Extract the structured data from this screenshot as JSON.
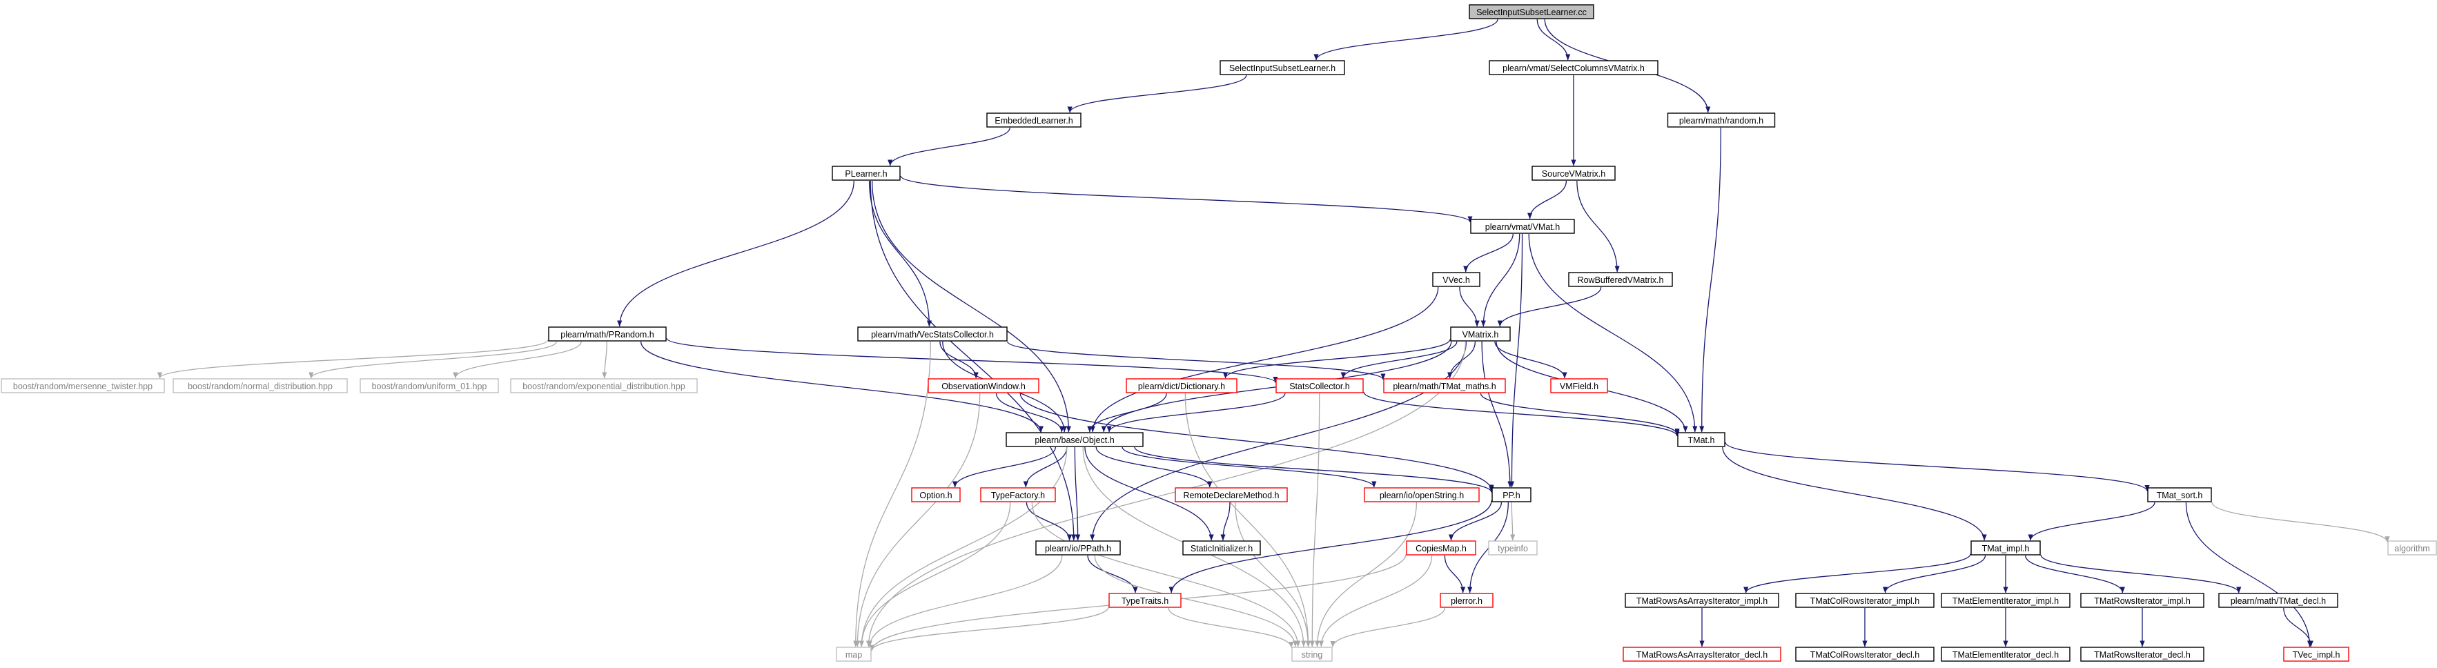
{
  "colors": {
    "edge": "#191970",
    "edge_light": "#a9a9a9",
    "node_border": "#000000",
    "node_fill": "#ffffff",
    "root_fill": "#bfbfbf",
    "missing_border": "#ff0000",
    "ghost_border": "#bfbfbf",
    "ghost_text": "#7f7f7f"
  },
  "nodes": [
    {
      "id": "root",
      "label": "SelectInputSubsetLearner.cc",
      "kind": "root"
    },
    {
      "id": "silh",
      "label": "SelectInputSubsetLearner.h",
      "kind": "normal"
    },
    {
      "id": "scvm",
      "label": "plearn/vmat/SelectColumnsVMatrix.h",
      "kind": "normal"
    },
    {
      "id": "rand",
      "label": "plearn/math/random.h",
      "kind": "normal"
    },
    {
      "id": "emb",
      "label": "EmbeddedLearner.h",
      "kind": "normal"
    },
    {
      "id": "plrn",
      "label": "PLearner.h",
      "kind": "normal"
    },
    {
      "id": "svm",
      "label": "SourceVMatrix.h",
      "kind": "normal"
    },
    {
      "id": "vmat",
      "label": "plearn/vmat/VMat.h",
      "kind": "normal"
    },
    {
      "id": "vvec",
      "label": "VVec.h",
      "kind": "normal"
    },
    {
      "id": "rbvm",
      "label": "RowBufferedVMatrix.h",
      "kind": "normal"
    },
    {
      "id": "prand",
      "label": "plearn/math/PRandom.h",
      "kind": "normal"
    },
    {
      "id": "vsc",
      "label": "plearn/math/VecStatsCollector.h",
      "kind": "normal"
    },
    {
      "id": "vmx",
      "label": "VMatrix.h",
      "kind": "normal"
    },
    {
      "id": "mt",
      "label": "boost/random/mersenne_twister.hpp",
      "kind": "ghost"
    },
    {
      "id": "nd",
      "label": "boost/random/normal_distribution.hpp",
      "kind": "ghost"
    },
    {
      "id": "u01",
      "label": "boost/random/uniform_01.hpp",
      "kind": "ghost"
    },
    {
      "id": "ed",
      "label": "boost/random/exponential_distribution.hpp",
      "kind": "ghost"
    },
    {
      "id": "ow",
      "label": "ObservationWindow.h",
      "kind": "missing"
    },
    {
      "id": "dict",
      "label": "plearn/dict/Dictionary.h",
      "kind": "missing"
    },
    {
      "id": "sc",
      "label": "StatsCollector.h",
      "kind": "missing"
    },
    {
      "id": "tmm",
      "label": "plearn/math/TMat_maths.h",
      "kind": "missing"
    },
    {
      "id": "vmf",
      "label": "VMField.h",
      "kind": "missing"
    },
    {
      "id": "tmat",
      "label": "TMat.h",
      "kind": "normal"
    },
    {
      "id": "obj",
      "label": "plearn/base/Object.h",
      "kind": "normal"
    },
    {
      "id": "opt",
      "label": "Option.h",
      "kind": "missing"
    },
    {
      "id": "tf",
      "label": "TypeFactory.h",
      "kind": "missing"
    },
    {
      "id": "rdm",
      "label": "RemoteDeclareMethod.h",
      "kind": "missing"
    },
    {
      "id": "ostr",
      "label": "plearn/io/openString.h",
      "kind": "missing"
    },
    {
      "id": "pp",
      "label": "PP.h",
      "kind": "normal"
    },
    {
      "id": "tsort",
      "label": "TMat_sort.h",
      "kind": "normal"
    },
    {
      "id": "ppath",
      "label": "plearn/io/PPath.h",
      "kind": "normal"
    },
    {
      "id": "sinit",
      "label": "StaticInitializer.h",
      "kind": "normal"
    },
    {
      "id": "cmap",
      "label": "CopiesMap.h",
      "kind": "missing"
    },
    {
      "id": "tinfo",
      "label": "typeinfo",
      "kind": "ghost"
    },
    {
      "id": "timpl",
      "label": "TMat_impl.h",
      "kind": "normal"
    },
    {
      "id": "algo",
      "label": "algorithm",
      "kind": "ghost"
    },
    {
      "id": "ttr",
      "label": "TypeTraits.h",
      "kind": "missing"
    },
    {
      "id": "perr",
      "label": "plerror.h",
      "kind": "missing"
    },
    {
      "id": "traai",
      "label": "TMatRowsAsArraysIterator_impl.h",
      "kind": "normal"
    },
    {
      "id": "tcri",
      "label": "TMatColRowsIterator_impl.h",
      "kind": "normal"
    },
    {
      "id": "tei",
      "label": "TMatElementIterator_impl.h",
      "kind": "normal"
    },
    {
      "id": "tri",
      "label": "TMatRowsIterator_impl.h",
      "kind": "normal"
    },
    {
      "id": "tdecl",
      "label": "plearn/math/TMat_decl.h",
      "kind": "normal"
    },
    {
      "id": "map",
      "label": "map",
      "kind": "ghost"
    },
    {
      "id": "str",
      "label": "string",
      "kind": "ghost"
    },
    {
      "id": "traad",
      "label": "TMatRowsAsArraysIterator_decl.h",
      "kind": "missing"
    },
    {
      "id": "tcrd",
      "label": "TMatColRowsIterator_decl.h",
      "kind": "normal"
    },
    {
      "id": "ted",
      "label": "TMatElementIterator_decl.h",
      "kind": "normal"
    },
    {
      "id": "trd",
      "label": "TMatRowsIterator_decl.h",
      "kind": "normal"
    },
    {
      "id": "tvi",
      "label": "TVec_impl.h",
      "kind": "missing"
    }
  ],
  "edges": [
    [
      "root",
      "silh"
    ],
    [
      "root",
      "scvm"
    ],
    [
      "root",
      "rand"
    ],
    [
      "silh",
      "emb"
    ],
    [
      "emb",
      "plrn"
    ],
    [
      "scvm",
      "svm"
    ],
    [
      "rand",
      "tmat"
    ],
    [
      "plrn",
      "vmat"
    ],
    [
      "plrn",
      "prand"
    ],
    [
      "plrn",
      "vsc"
    ],
    [
      "plrn",
      "obj"
    ],
    [
      "plrn",
      "ppath"
    ],
    [
      "svm",
      "vmat"
    ],
    [
      "svm",
      "rbvm"
    ],
    [
      "vmat",
      "vvec"
    ],
    [
      "vmat",
      "vmx"
    ],
    [
      "vmat",
      "tmat"
    ],
    [
      "vmat",
      "pp"
    ],
    [
      "rbvm",
      "vmx"
    ],
    [
      "vvec",
      "vmx"
    ],
    [
      "vvec",
      "obj"
    ],
    [
      "prand",
      "mt"
    ],
    [
      "prand",
      "nd"
    ],
    [
      "prand",
      "u01"
    ],
    [
      "prand",
      "ed"
    ],
    [
      "prand",
      "obj"
    ],
    [
      "prand",
      "sc"
    ],
    [
      "vsc",
      "ow"
    ],
    [
      "vsc",
      "obj"
    ],
    [
      "vsc",
      "map"
    ],
    [
      "vsc",
      "tmm"
    ],
    [
      "vmx",
      "dict"
    ],
    [
      "vmx",
      "sc"
    ],
    [
      "vmx",
      "tmm"
    ],
    [
      "vmx",
      "vmf"
    ],
    [
      "vmx",
      "tmat"
    ],
    [
      "vmx",
      "obj"
    ],
    [
      "vmx",
      "pp"
    ],
    [
      "vmx",
      "ppath"
    ],
    [
      "vmx",
      "map"
    ],
    [
      "ow",
      "obj"
    ],
    [
      "ow",
      "pp"
    ],
    [
      "ow",
      "map"
    ],
    [
      "dict",
      "obj"
    ],
    [
      "dict",
      "str"
    ],
    [
      "sc",
      "obj"
    ],
    [
      "sc",
      "tmat"
    ],
    [
      "sc",
      "str"
    ],
    [
      "tmm",
      "tmat"
    ],
    [
      "tmat",
      "tsort"
    ],
    [
      "tmat",
      "timpl"
    ],
    [
      "obj",
      "opt"
    ],
    [
      "obj",
      "tf"
    ],
    [
      "obj",
      "rdm"
    ],
    [
      "obj",
      "ostr"
    ],
    [
      "obj",
      "pp"
    ],
    [
      "obj",
      "ppath"
    ],
    [
      "obj",
      "sinit"
    ],
    [
      "obj",
      "map"
    ],
    [
      "obj",
      "str"
    ],
    [
      "tf",
      "ppath"
    ],
    [
      "tf",
      "map"
    ],
    [
      "tf",
      "str"
    ],
    [
      "rdm",
      "sinit"
    ],
    [
      "rdm",
      "str"
    ],
    [
      "ostr",
      "str"
    ],
    [
      "pp",
      "cmap"
    ],
    [
      "pp",
      "tinfo"
    ],
    [
      "pp",
      "ttr"
    ],
    [
      "pp",
      "perr"
    ],
    [
      "tsort",
      "timpl"
    ],
    [
      "tsort",
      "algo"
    ],
    [
      "tsort",
      "tvi"
    ],
    [
      "ppath",
      "ttr"
    ],
    [
      "ppath",
      "map"
    ],
    [
      "ppath",
      "str"
    ],
    [
      "cmap",
      "perr"
    ],
    [
      "cmap",
      "map"
    ],
    [
      "cmap",
      "str"
    ],
    [
      "perr",
      "str"
    ],
    [
      "ttr",
      "map"
    ],
    [
      "ttr",
      "str"
    ],
    [
      "timpl",
      "traai"
    ],
    [
      "timpl",
      "tcri"
    ],
    [
      "timpl",
      "tei"
    ],
    [
      "timpl",
      "tri"
    ],
    [
      "timpl",
      "tdecl"
    ],
    [
      "traai",
      "traad"
    ],
    [
      "tcri",
      "tcrd"
    ],
    [
      "tei",
      "ted"
    ],
    [
      "tri",
      "trd"
    ],
    [
      "tdecl",
      "tvi"
    ]
  ]
}
